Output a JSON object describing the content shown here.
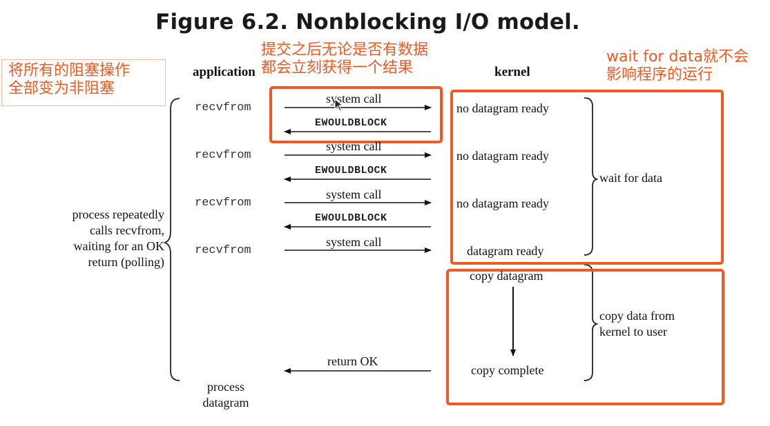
{
  "title": "Figure 6.2. Nonblocking I/O model.",
  "headers": {
    "application": "application",
    "kernel": "kernel"
  },
  "notes": {
    "left": [
      "将所有的阻塞操作",
      "全部变为非阻塞"
    ],
    "middle": [
      "提交之后无论是否有数据",
      "都会立刻获得一个结果"
    ],
    "right": [
      "wait for data就不会",
      "影响程序的运行"
    ]
  },
  "calls": [
    {
      "app": "recvfrom",
      "call": "system call",
      "reply": "EWOULDBLOCK",
      "kernel": "no datagram ready"
    },
    {
      "app": "recvfrom",
      "call": "system call",
      "reply": "EWOULDBLOCK",
      "kernel": "no datagram ready"
    },
    {
      "app": "recvfrom",
      "call": "system call",
      "reply": "EWOULDBLOCK",
      "kernel": "no datagram ready"
    },
    {
      "app": "recvfrom",
      "call": "system call",
      "kernel": "datagram ready"
    }
  ],
  "copy": {
    "start": "copy datagram",
    "end": "copy complete",
    "return": "return OK"
  },
  "left_brace_label": [
    "process repeatedly",
    "calls recvfrom,",
    "waiting for an OK",
    "return (polling)"
  ],
  "wait_label": "wait for data",
  "copy_label": [
    "copy data from",
    "kernel to user"
  ],
  "process_label": [
    "process",
    "datagram"
  ],
  "colors": {
    "annotation": "#f05a22",
    "note_border": "#f2b9a2"
  }
}
